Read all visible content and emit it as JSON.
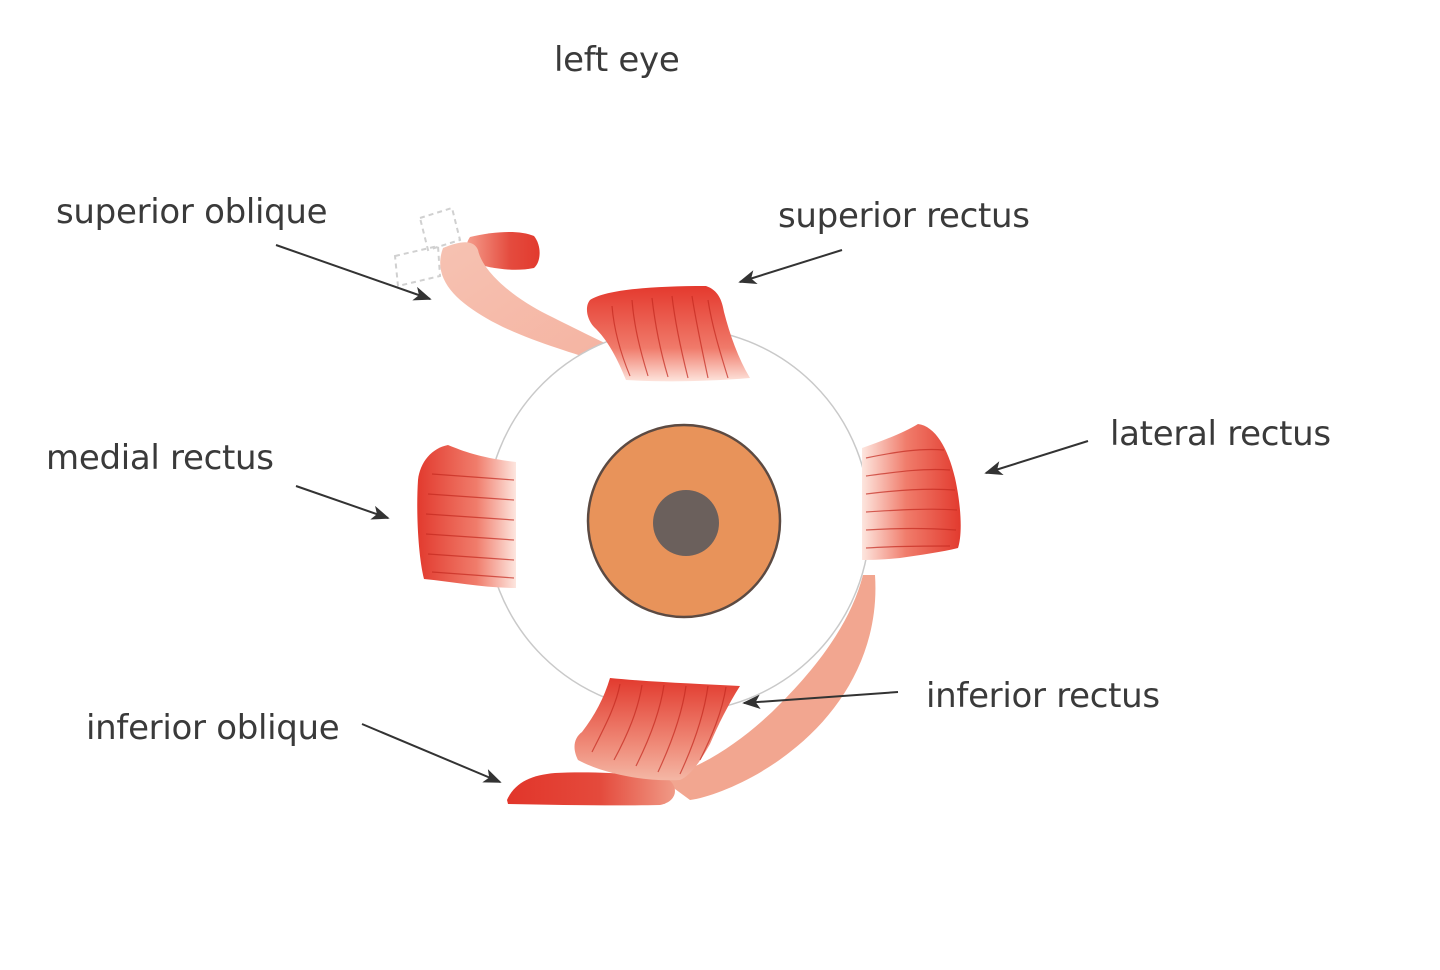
{
  "title": "left eye",
  "labels": {
    "superior_oblique": "superior oblique",
    "superior_rectus": "superior rectus",
    "medial_rectus": "medial rectus",
    "lateral_rectus": "lateral rectus",
    "inferior_rectus": "inferior rectus",
    "inferior_oblique": "inferior oblique"
  },
  "colors": {
    "muscle": "#e03a2e",
    "muscle_light": "#f4b8a6",
    "iris": "#e8935a",
    "pupil": "#6b605c",
    "outline": "#c9c9c9",
    "text": "#3a3a3a"
  }
}
